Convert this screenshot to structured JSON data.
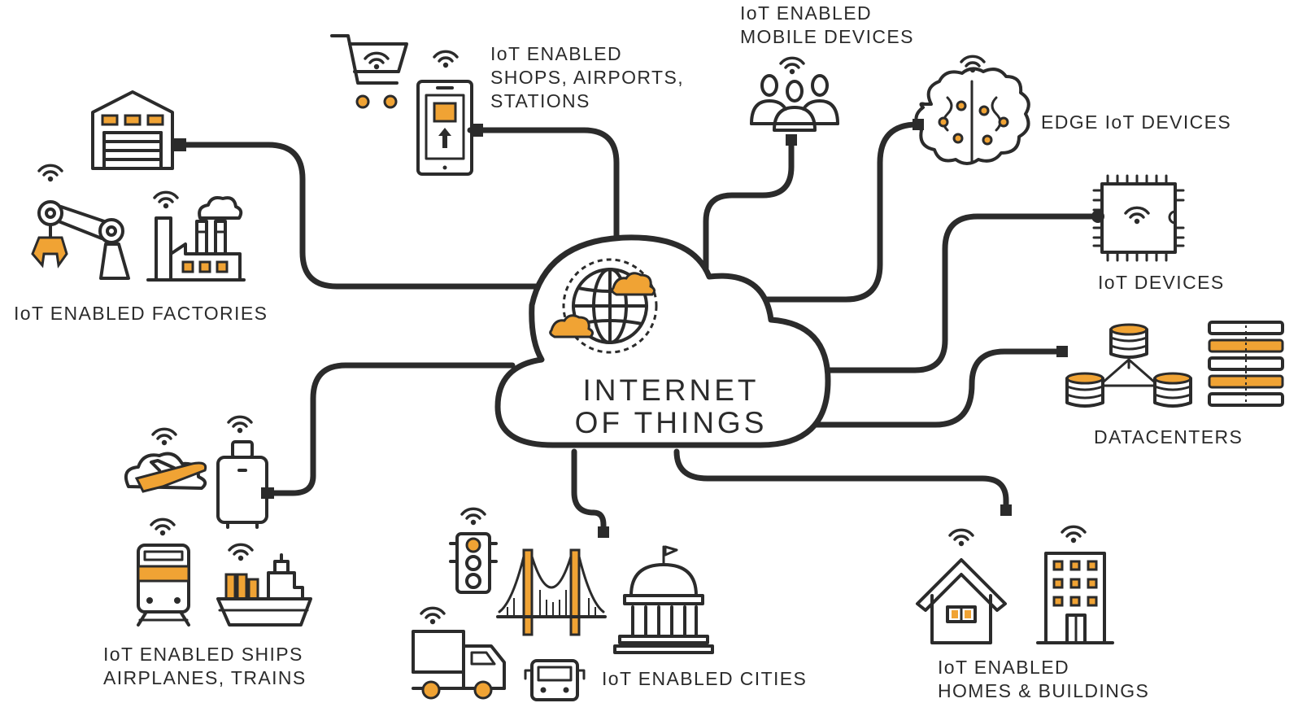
{
  "center": {
    "line1": "INTERNET",
    "line2": "OF THINGS"
  },
  "labels": {
    "factories": "IoT ENABLED FACTORIES",
    "shops": [
      "IoT ENABLED",
      "SHOPS, AIRPORTS,",
      "STATIONS"
    ],
    "mobile": [
      "IoT ENABLED",
      "MOBILE DEVICES"
    ],
    "edge": "EDGE IoT DEVICES",
    "devices": "IoT DEVICES",
    "datacenters": "DATACENTERS",
    "transport": [
      "IoT ENABLED SHIPS",
      "AIRPLANES, TRAINS"
    ],
    "cities": "IoT ENABLED CITIES",
    "homes": [
      "IoT ENABLED",
      "HOMES & BUILDINGS"
    ]
  },
  "colors": {
    "ink": "#2b2b2b",
    "accent": "#f0a334",
    "background": "#ffffff"
  },
  "icons": [
    "warehouse-icon",
    "robot-arm-icon",
    "factory-icon",
    "shopping-cart-icon",
    "smartphone-icon",
    "people-group-icon",
    "brain-circuit-icon",
    "microchip-icon",
    "database-icon",
    "server-rack-icon",
    "globe-icon",
    "airplane-icon",
    "luggage-icon",
    "train-icon",
    "ship-icon",
    "traffic-light-icon",
    "bridge-icon",
    "capitol-building-icon",
    "truck-icon",
    "bus-icon",
    "house-icon",
    "office-building-icon",
    "wifi-icon"
  ]
}
